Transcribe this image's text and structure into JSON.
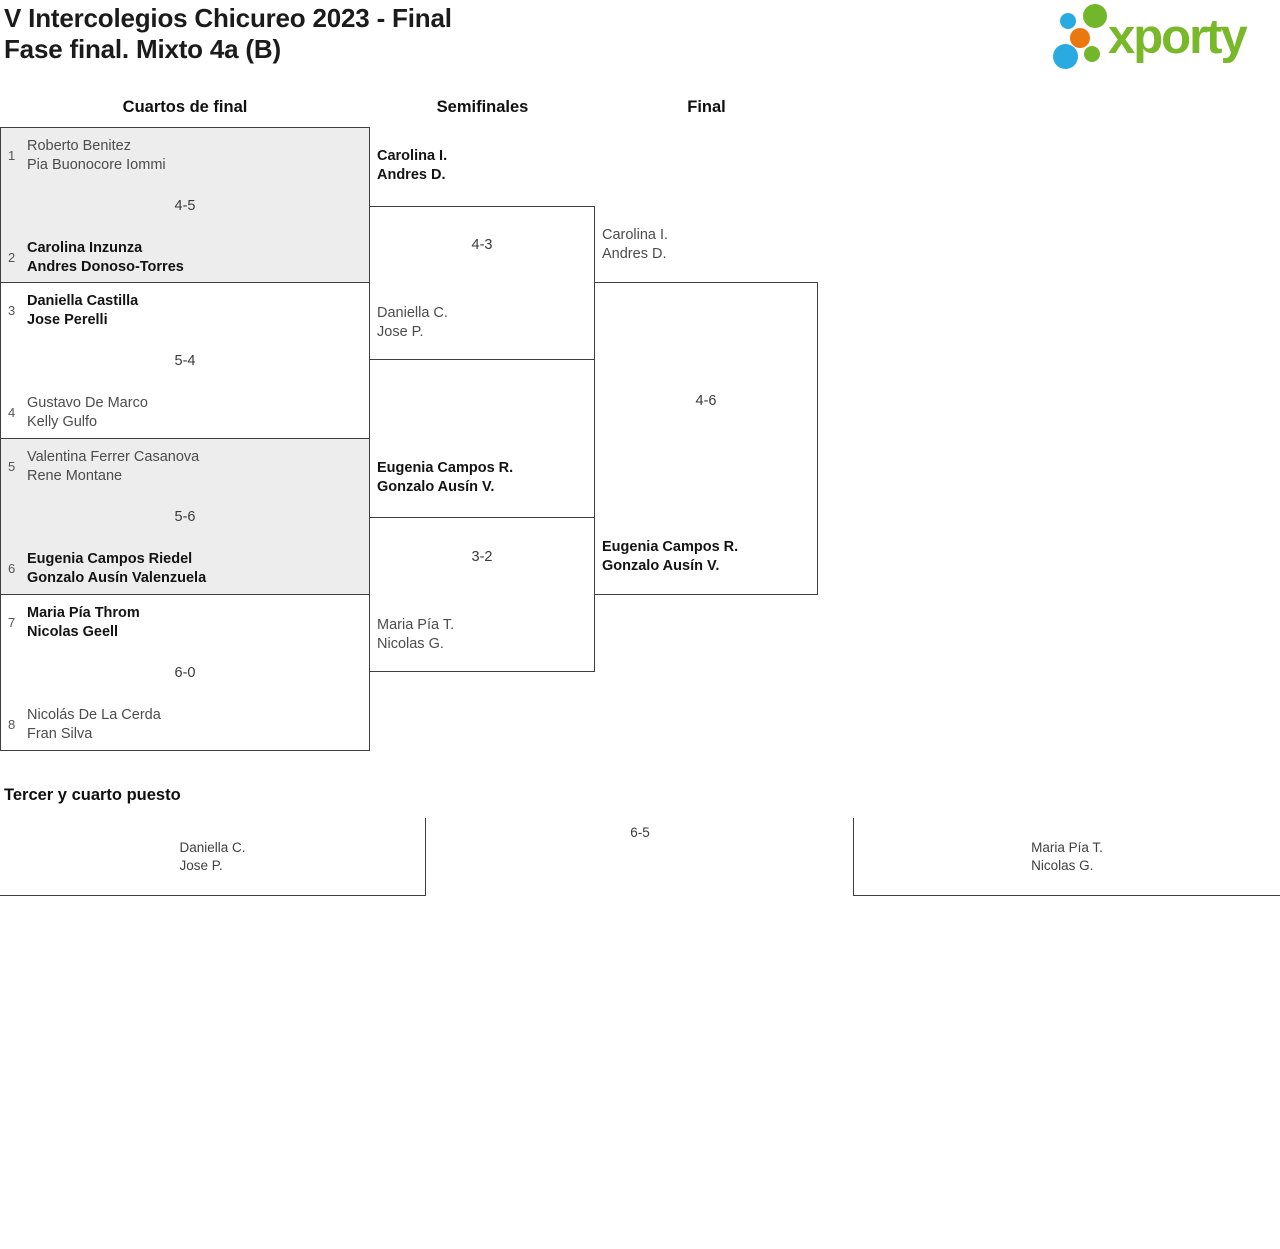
{
  "header": {
    "title_line1": "V Intercolegios Chicureo 2023 - Final",
    "title_line2": "Fase final. Mixto 4a (B)",
    "logo_text": "xporty"
  },
  "rounds": {
    "quarterfinals": "Cuartos de final",
    "semifinals": "Semifinales",
    "final": "Final"
  },
  "quarterfinals": [
    {
      "seed_top": "1",
      "team_top": [
        "Roberto Benitez",
        "Pia Buonocore Iommi"
      ],
      "top_winner": false,
      "score": "4-5",
      "seed_bottom": "2",
      "team_bottom": [
        "Carolina Inzunza",
        "Andres Donoso-Torres"
      ],
      "bottom_winner": true
    },
    {
      "seed_top": "3",
      "team_top": [
        "Daniella Castilla",
        "Jose Perelli"
      ],
      "top_winner": true,
      "score": "5-4",
      "seed_bottom": "4",
      "team_bottom": [
        "Gustavo De Marco",
        "Kelly Gulfo"
      ],
      "bottom_winner": false
    },
    {
      "seed_top": "5",
      "team_top": [
        "Valentina Ferrer Casanova",
        "Rene Montane"
      ],
      "top_winner": false,
      "score": "5-6",
      "seed_bottom": "6",
      "team_bottom": [
        "Eugenia Campos Riedel",
        "Gonzalo Ausín Valenzuela"
      ],
      "bottom_winner": true
    },
    {
      "seed_top": "7",
      "team_top": [
        "Maria Pía Throm",
        "Nicolas Geell"
      ],
      "top_winner": true,
      "score": "6-0",
      "seed_bottom": "8",
      "team_bottom": [
        "Nicolás De La Cerda",
        "Fran Silva"
      ],
      "bottom_winner": false
    }
  ],
  "semifinals": [
    {
      "team_top": [
        "Carolina I.",
        "Andres D."
      ],
      "top_winner": true,
      "score": "4-3",
      "team_bottom": [
        "Daniella C.",
        "Jose P."
      ],
      "bottom_winner": false
    },
    {
      "team_top": [
        "Eugenia Campos R.",
        "Gonzalo Ausín V."
      ],
      "top_winner": true,
      "score": "3-2",
      "team_bottom": [
        "Maria Pía T.",
        "Nicolas G."
      ],
      "bottom_winner": false
    }
  ],
  "final": {
    "team_top": [
      "Carolina I.",
      "Andres D."
    ],
    "top_winner": false,
    "score": "4-6",
    "team_bottom": [
      "Eugenia Campos R.",
      "Gonzalo Ausín V."
    ],
    "bottom_winner": true
  },
  "third_place": {
    "heading": "Tercer y cuarto puesto",
    "team_left": [
      "Daniella C.",
      "Jose P."
    ],
    "score": "6-5",
    "team_right": [
      "Maria Pía T.",
      "Nicolas G."
    ]
  },
  "colors": {
    "logo_green": "#76b82a",
    "logo_blue": "#29abe2",
    "logo_orange": "#e9780f",
    "box_gray": "#ededed",
    "border": "#3f3f3f",
    "winner_text": "#131313",
    "loser_text": "#4c4c4c"
  }
}
